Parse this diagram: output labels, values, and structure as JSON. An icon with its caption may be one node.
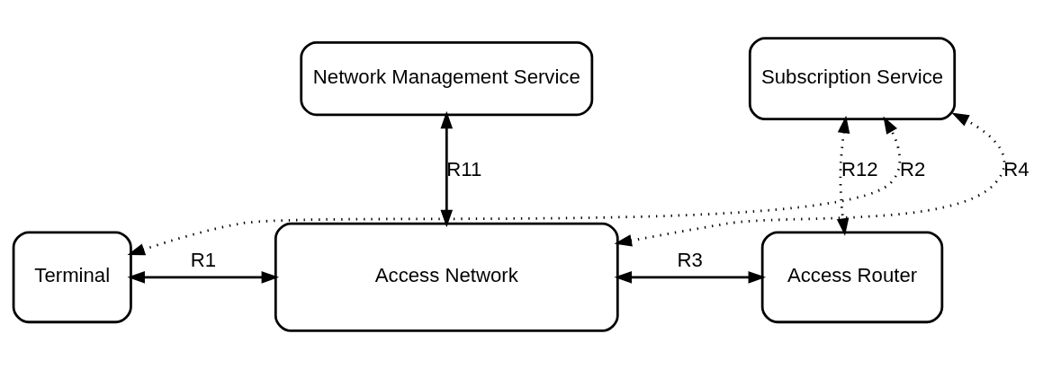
{
  "diagram": {
    "nodes": [
      {
        "text": [
          "Network Management Service"
        ]
      },
      {
        "text": [
          "Subscription Service"
        ]
      },
      {
        "text": [
          "Terminal"
        ]
      },
      {
        "text": [
          "Access Network"
        ]
      },
      {
        "text": [
          "Access Router"
        ]
      }
    ],
    "edges": [
      {
        "from": 2,
        "to": 1,
        "arrow": "both",
        "label": "R2",
        "style": "dashed"
      },
      {
        "from": 0,
        "to": 3,
        "arrow": "both",
        "label": "R11"
      },
      {
        "from": 3,
        "to": 1,
        "arrow": "both",
        "label": "R4",
        "style": "dashed"
      },
      {
        "from": 1,
        "to": 4,
        "arrow": "both",
        "label": "R12",
        "style": "dashed"
      },
      {
        "from": 2,
        "to": 3,
        "arrow": "both",
        "label": "R1"
      },
      {
        "from": 3,
        "to": 4,
        "arrow": "both",
        "label": "R3"
      }
    ]
  }
}
